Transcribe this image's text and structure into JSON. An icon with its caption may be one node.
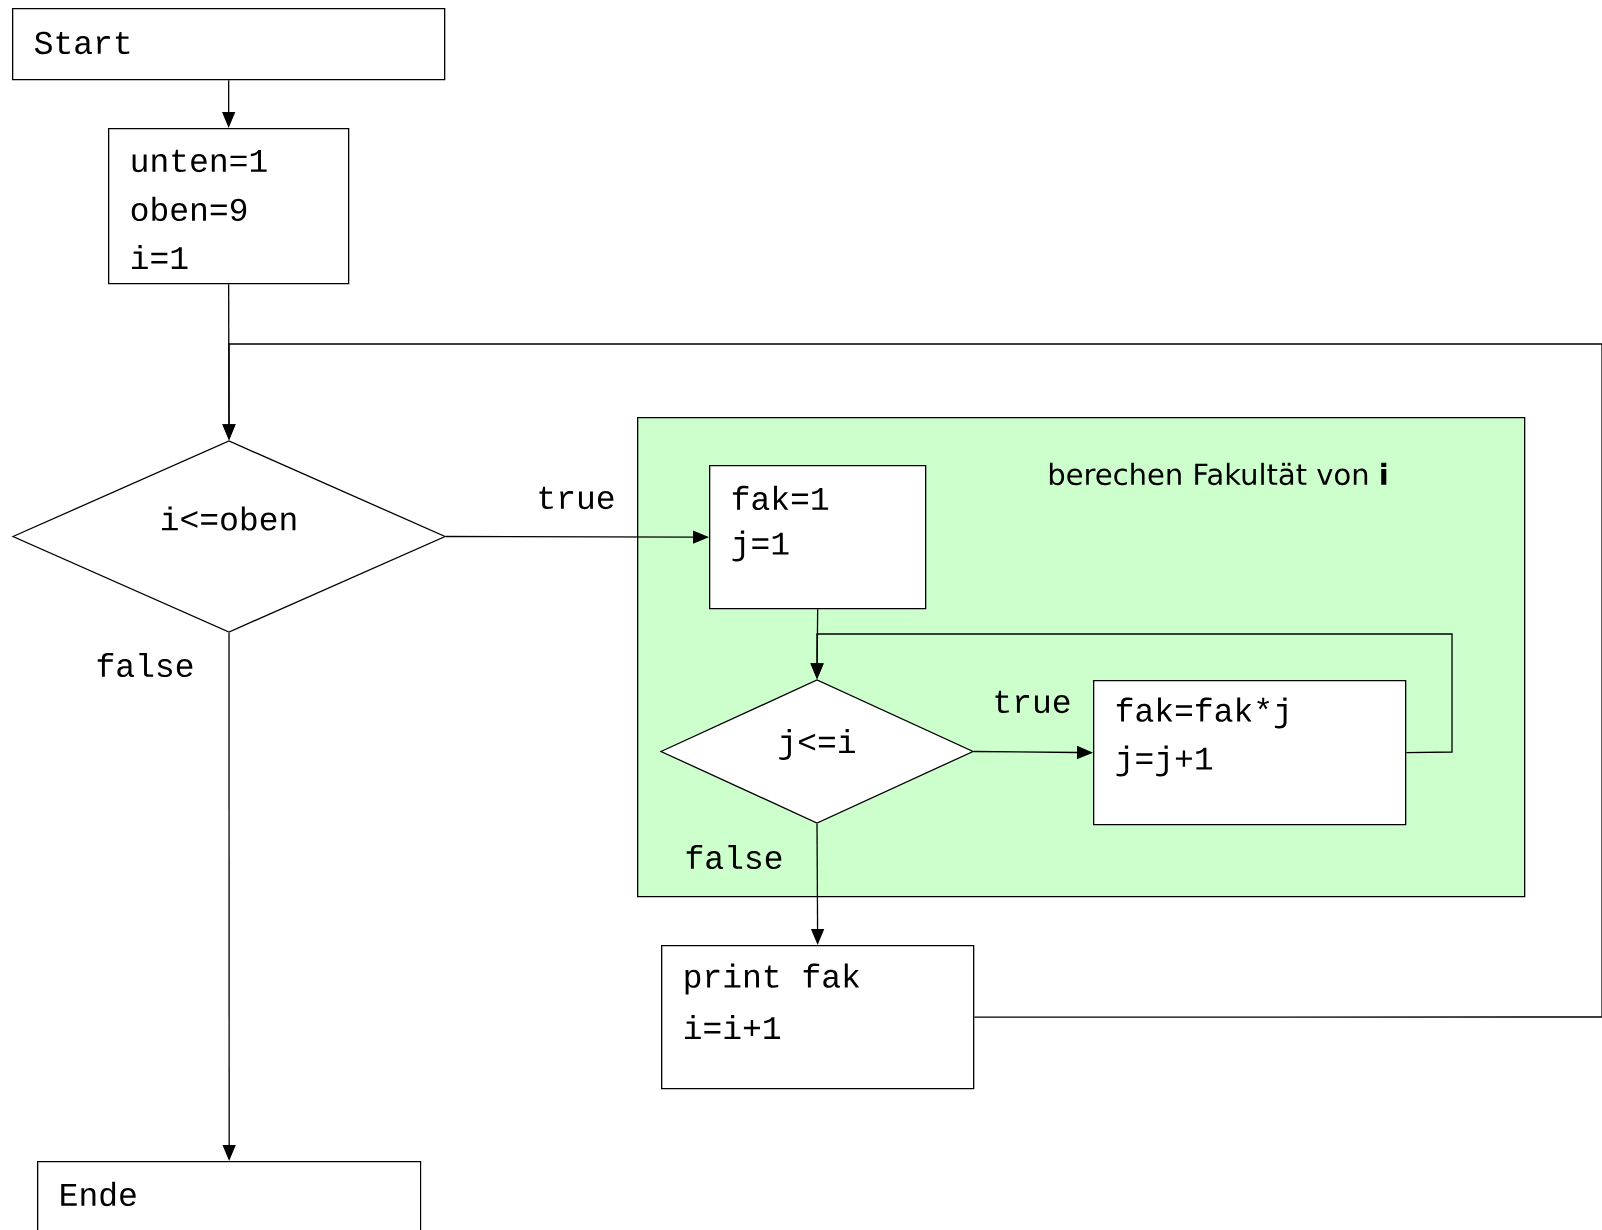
{
  "diagram": {
    "nodes": [
      {
        "text": [
          "Start"
        ]
      },
      {
        "text": [
          "unten=1",
          "oben=9",
          "i=1"
        ]
      },
      {
        "text": [
          "i<=oben"
        ]
      },
      {
        "text": [
          "berechen Fakultät von **i**"
        ]
      },
      {
        "text": [
          "fak=1",
          "j=1"
        ],
        "in": 3
      },
      {
        "text": [
          "j<=i"
        ],
        "in": 3
      },
      {
        "text": [
          "fak=fak*j",
          "j=j+1"
        ],
        "in": 3
      },
      {
        "text": [
          "print fak",
          "i=i+1"
        ]
      },
      {
        "text": [
          "Ende"
        ]
      }
    ],
    "edges": [
      {
        "from": 0,
        "to": 1,
        "arrow": "to"
      },
      {
        "from": 1,
        "to": 2,
        "arrow": "to"
      },
      {
        "from": 2,
        "to": 4,
        "arrow": "to",
        "label": "true"
      },
      {
        "from": 2,
        "to": 8,
        "arrow": "to",
        "label": "false"
      },
      {
        "from": 4,
        "to": 5,
        "arrow": "to"
      },
      {
        "from": 5,
        "to": 6,
        "arrow": "to",
        "label": "true"
      },
      {
        "from": 6,
        "to": 5,
        "arrow": "to"
      },
      {
        "from": 5,
        "to": 7,
        "arrow": "to",
        "label": "false"
      },
      {
        "from": 7,
        "to": 2,
        "arrow": "to"
      }
    ]
  }
}
